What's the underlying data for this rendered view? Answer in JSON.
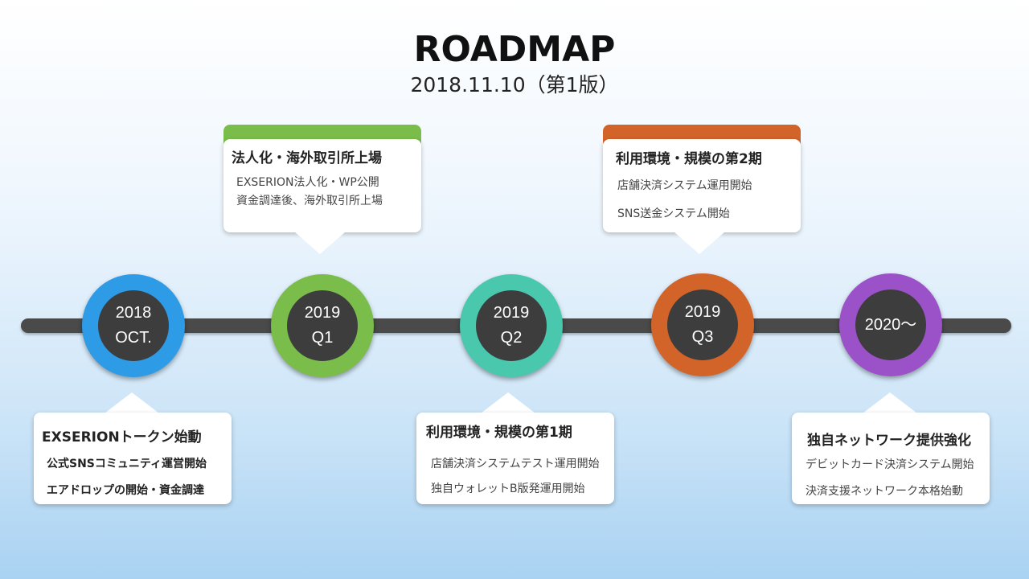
{
  "header": {
    "title": "ROADMAP",
    "subtitle": "2018.11.10（第1版）"
  },
  "milestones": [
    {
      "line1": "2018",
      "line2": "OCT.",
      "color": "#2e9be6"
    },
    {
      "line1": "2019",
      "line2": "Q1",
      "color": "#7bbd4a"
    },
    {
      "line1": "2019",
      "line2": "Q2",
      "color": "#4ac8ae"
    },
    {
      "line1": "2019",
      "line2": "Q3",
      "color": "#d2642a"
    },
    {
      "line1": "2020～",
      "line2": "",
      "color": "#9b52c9"
    }
  ],
  "cards": [
    {
      "title": "EXSERIONトークン始動",
      "items": [
        "公式SNSコミュニティ運営開始",
        "エアドロップの開始・資金調達"
      ],
      "color": "#2e9be6"
    },
    {
      "title": "法人化・海外取引所上場",
      "items": [
        "EXSERION法人化・WP公開",
        "資金調達後、海外取引所上場"
      ],
      "color": "#7bbd4a"
    },
    {
      "title": "利用環境・規模の第1期",
      "items": [
        "店舗決済システムテスト運用開始",
        "独自ウォレットB版発運用開始"
      ],
      "color": "#4ac8ae"
    },
    {
      "title": "利用環境・規模の第2期",
      "items": [
        "店舗決済システム運用開始",
        "SNS送金システム開始"
      ],
      "color": "#d2642a"
    },
    {
      "title": "独自ネットワーク提供強化",
      "items": [
        "デビットカード決済システム開始",
        "決済支援ネットワーク本格始動"
      ],
      "color": "#9b52c9"
    }
  ]
}
